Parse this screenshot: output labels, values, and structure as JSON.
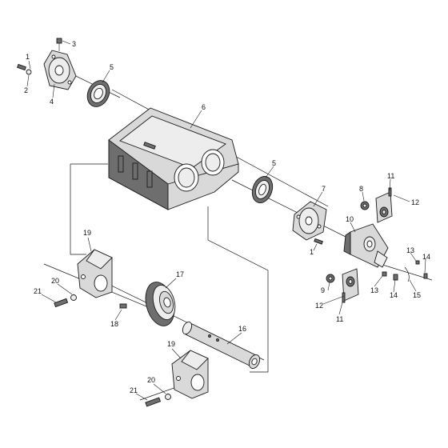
{
  "callouts": {
    "c1a": "1",
    "c2": "2",
    "c3": "3",
    "c4": "4",
    "c5a": "5",
    "c6": "6",
    "c5b": "5",
    "c7": "7",
    "c8": "8",
    "c11a": "11",
    "c12a": "12",
    "c1b": "1",
    "c10": "10",
    "c13a": "13",
    "c14a": "14",
    "c9": "9",
    "c13b": "13",
    "c14b": "14",
    "c15": "15",
    "c12b": "12",
    "c11b": "11",
    "c19a": "19",
    "c20a": "20",
    "c21a": "21",
    "c17": "17",
    "c18": "18",
    "c16": "16",
    "c19b": "19",
    "c20b": "20",
    "c21b": "21"
  },
  "colors": {
    "line": "#1a1a1a",
    "metal": "#d9d9d9",
    "dark_metal": "#6e6e6e",
    "background": "#ffffff"
  }
}
